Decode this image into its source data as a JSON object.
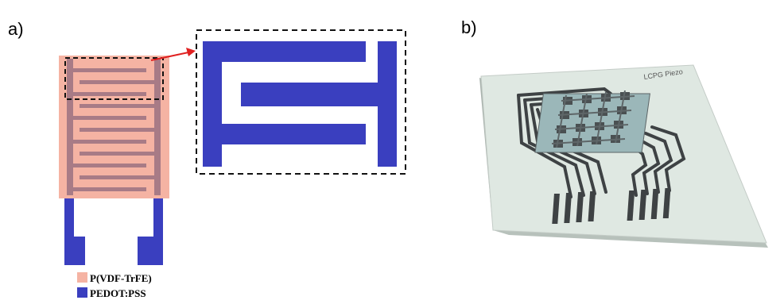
{
  "figure": {
    "panel_a_label": "a)",
    "panel_b_label": "b)"
  },
  "legend": {
    "items": [
      {
        "label": "P(VDF-TrFE)",
        "color": "#f5b3a3"
      },
      {
        "label": "PEDOT:PSS",
        "color": "#3a3fbf"
      }
    ]
  },
  "device_3d": {
    "substrate_text": "LCPG Piezo"
  },
  "colors": {
    "pedot": "#3a3fbf",
    "pvdf": "#f5b3a3",
    "comb": "#a87b86",
    "arrow": "#e02020",
    "substrate": "#dfe8e2",
    "trace": "#3e4244"
  }
}
